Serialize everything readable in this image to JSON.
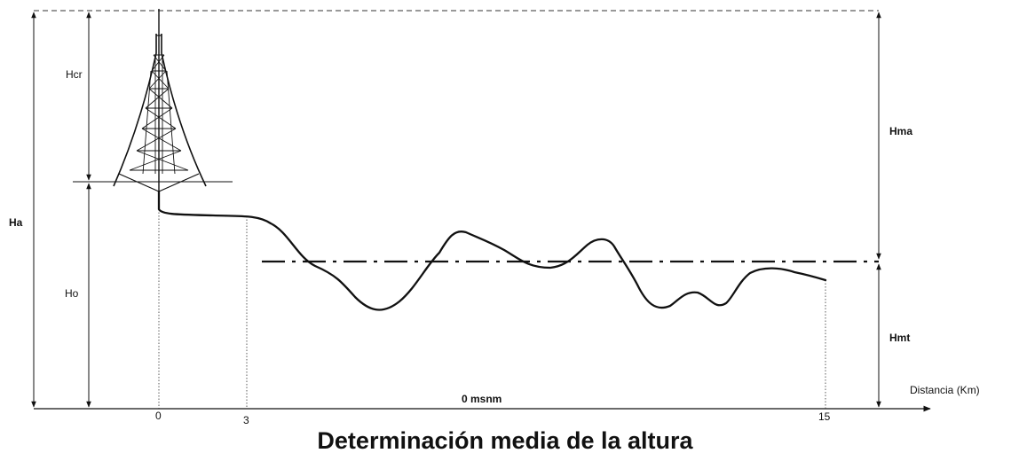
{
  "diagram": {
    "title": "Determinación media de la altura",
    "labels": {
      "hcr": "Hcr",
      "ho": "Ho",
      "ha": "Ha",
      "hma": "Hma",
      "hmt": "Hmt",
      "sea_level": "0 msnm",
      "x_axis": "Distancia (Km)"
    },
    "ticks": [
      "0",
      "3",
      "15"
    ],
    "colors": {
      "line": "#111111",
      "background": "#ffffff"
    }
  }
}
